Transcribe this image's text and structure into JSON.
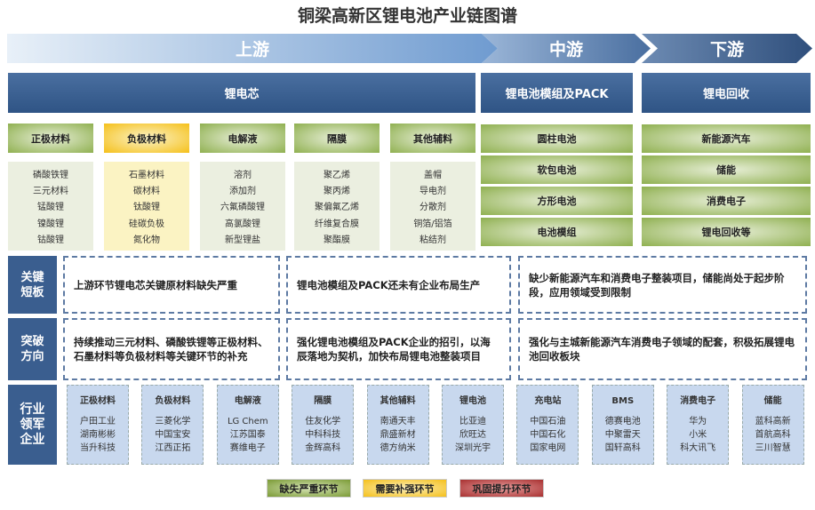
{
  "title": "铜梁高新区锂电池产业链图谱",
  "stages": [
    "上游",
    "中游",
    "下游"
  ],
  "categories": [
    "锂电芯",
    "锂电池模组及PACK",
    "锂电回收"
  ],
  "materials": [
    {
      "name": "正极材料",
      "items": [
        "磷酸铁锂",
        "三元材料",
        "锰酸锂",
        "镍酸锂",
        "钴酸锂"
      ]
    },
    {
      "name": "负极材料",
      "items": [
        "石墨材料",
        "碳材料",
        "钛酸锂",
        "硅碳负极",
        "氮化物"
      ]
    },
    {
      "name": "电解液",
      "items": [
        "溶剂",
        "添加剂",
        "六氟磷酸锂",
        "高氯酸锂",
        "新型锂盐"
      ]
    },
    {
      "name": "隔膜",
      "items": [
        "聚乙烯",
        "聚丙烯",
        "聚偏氟乙烯",
        "纤维复合膜",
        "聚酯膜"
      ]
    },
    {
      "name": "其他辅料",
      "items": [
        "盖帽",
        "导电剂",
        "分散剂",
        "铜箔/铝箔",
        "粘结剂"
      ]
    }
  ],
  "pack_items": [
    "圆柱电池",
    "软包电池",
    "方形电池",
    "电池模组"
  ],
  "recycle_items": [
    "新能源汽车",
    "储能",
    "消费电子",
    "锂电回收等"
  ],
  "shortboard": {
    "label": "关键短板",
    "texts": [
      "上游环节锂电芯关键原材料缺失严重",
      "锂电池模组及PACK还未有企业布局生产",
      "缺少新能源汽车和消费电子整装项目，储能尚处于起步阶段，应用领域受到限制"
    ]
  },
  "direction": {
    "label": "突破方向",
    "texts": [
      "持续推动三元材料、磷酸铁锂等正极材料、石墨材料等负极材料等关键环节的补充",
      "强化锂电池模组及PACK企业的招引，以海辰落地为契机，加快布局锂电池整装项目",
      "强化与主城新能源汽车消费电子领域的配套，积极拓展锂电池回收板块"
    ]
  },
  "leaders": {
    "label": "行业领军企业",
    "groups": [
      {
        "name": "正极材料",
        "cos": [
          "户田工业",
          "湖南彬彬",
          "当升科技"
        ]
      },
      {
        "name": "负极材料",
        "cos": [
          "三菱化学",
          "中国宝安",
          "江西正拓"
        ]
      },
      {
        "name": "电解液",
        "cos": [
          "LG Chem",
          "江苏国泰",
          "赛维电子"
        ]
      },
      {
        "name": "隔膜",
        "cos": [
          "住友化学",
          "中科科技",
          "金辉高科"
        ]
      },
      {
        "name": "其他辅料",
        "cos": [
          "南通天丰",
          "鼎盛新材",
          "德方纳米"
        ]
      },
      {
        "name": "锂电池",
        "cos": [
          "比亚迪",
          "欣旺达",
          "深圳光宇"
        ]
      },
      {
        "name": "充电站",
        "cos": [
          "中国石油",
          "中国石化",
          "国家电网"
        ]
      },
      {
        "name": "BMS",
        "cos": [
          "德赛电池",
          "中聚雷天",
          "国轩高科"
        ]
      },
      {
        "name": "消费电子",
        "cos": [
          "华为",
          "小米",
          "科大讯飞"
        ]
      },
      {
        "name": "储能",
        "cos": [
          "蓝科高新",
          "首航高科",
          "三川智慧"
        ]
      }
    ]
  },
  "legend": [
    {
      "label": "缺失严重环节",
      "color": "#7a9a35"
    },
    {
      "label": "需要补强环节",
      "color": "#f5c01a"
    },
    {
      "label": "巩固提升环节",
      "color": "#a83030"
    }
  ]
}
